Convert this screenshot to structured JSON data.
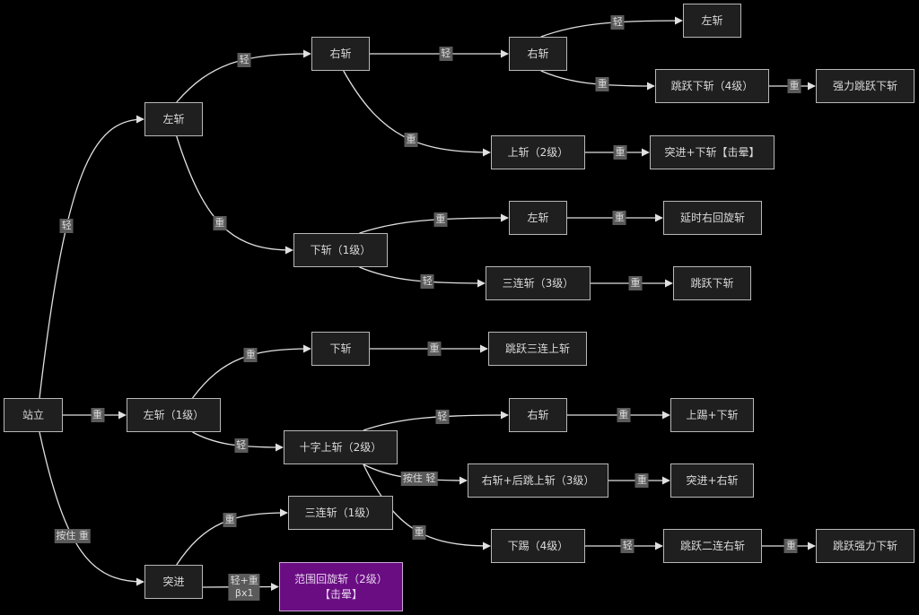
{
  "diagram": {
    "title": "连招树",
    "colors": {
      "background": "#000000",
      "node_fill": "#1f1f1f",
      "node_border": "#b8b8b8",
      "node_text": "#d9d9d9",
      "edge": "#e0e0e0",
      "edge_label_bg": "#5a5a5a",
      "highlight_fill": "#6a0d83"
    },
    "nodes": [
      {
        "id": "stand",
        "label": "站立"
      },
      {
        "id": "l1",
        "label": "左斩"
      },
      {
        "id": "r1",
        "label": "右斩"
      },
      {
        "id": "r2",
        "label": "右斩"
      },
      {
        "id": "l2",
        "label": "左斩"
      },
      {
        "id": "jumpdown4",
        "label": "跳跃下斩（4级）"
      },
      {
        "id": "powerjumpdown",
        "label": "强力跳跃下斩"
      },
      {
        "id": "up2",
        "label": "上斩（2级）"
      },
      {
        "id": "dashdown",
        "label": "突进+下斩【击晕】"
      },
      {
        "id": "down1",
        "label": "下斩（1级）"
      },
      {
        "id": "l3",
        "label": "左斩"
      },
      {
        "id": "delayspin",
        "label": "延时右回旋斩"
      },
      {
        "id": "triple3",
        "label": "三连斩（3级）"
      },
      {
        "id": "jumpdown",
        "label": "跳跃下斩"
      },
      {
        "id": "down",
        "label": "下斩"
      },
      {
        "id": "jumptripleup",
        "label": "跳跃三连上斩"
      },
      {
        "id": "left1lv",
        "label": "左斩（1级）"
      },
      {
        "id": "crossup2",
        "label": "十字上斩（2级）"
      },
      {
        "id": "r3",
        "label": "右斩"
      },
      {
        "id": "kickdown",
        "label": "上踢+下斩"
      },
      {
        "id": "rightback3",
        "label": "右斩+后跳上斩（3级）"
      },
      {
        "id": "dashright",
        "label": "突进+右斩"
      },
      {
        "id": "triple1",
        "label": "三连斩（1级）"
      },
      {
        "id": "lowkick4",
        "label": "下踢（4级）"
      },
      {
        "id": "jumpdoubleright",
        "label": "跳跃二连右斩"
      },
      {
        "id": "jumppowerdown",
        "label": "跳跃强力下斩"
      },
      {
        "id": "dash",
        "label": "突进"
      },
      {
        "id": "areaspin",
        "label": "范围回旋斩（2级）\n【击晕】",
        "highlight": true
      }
    ],
    "edges": [
      {
        "from": "stand",
        "to": "l1",
        "label": "轻"
      },
      {
        "from": "l1",
        "to": "r1",
        "label": "轻"
      },
      {
        "from": "r1",
        "to": "r2",
        "label": "轻"
      },
      {
        "from": "r2",
        "to": "l2",
        "label": "轻"
      },
      {
        "from": "r2",
        "to": "jumpdown4",
        "label": "重"
      },
      {
        "from": "jumpdown4",
        "to": "powerjumpdown",
        "label": "重"
      },
      {
        "from": "r1",
        "to": "up2",
        "label": "重"
      },
      {
        "from": "up2",
        "to": "dashdown",
        "label": "重"
      },
      {
        "from": "l1",
        "to": "down1",
        "label": "重"
      },
      {
        "from": "down1",
        "to": "l3",
        "label": "重"
      },
      {
        "from": "l3",
        "to": "delayspin",
        "label": "重"
      },
      {
        "from": "down1",
        "to": "triple3",
        "label": "轻"
      },
      {
        "from": "triple3",
        "to": "jumpdown",
        "label": "重"
      },
      {
        "from": "stand",
        "to": "left1lv",
        "label": "重"
      },
      {
        "from": "left1lv",
        "to": "down",
        "label": "重"
      },
      {
        "from": "down",
        "to": "jumptripleup",
        "label": "重"
      },
      {
        "from": "left1lv",
        "to": "crossup2",
        "label": "轻"
      },
      {
        "from": "crossup2",
        "to": "r3",
        "label": "轻"
      },
      {
        "from": "r3",
        "to": "kickdown",
        "label": "重"
      },
      {
        "from": "crossup2",
        "to": "rightback3",
        "label": "按住 轻"
      },
      {
        "from": "rightback3",
        "to": "dashright",
        "label": "重"
      },
      {
        "from": "crossup2",
        "to": "lowkick4",
        "label": "重"
      },
      {
        "from": "lowkick4",
        "to": "jumpdoubleright",
        "label": "轻"
      },
      {
        "from": "jumpdoubleright",
        "to": "jumppowerdown",
        "label": "重"
      },
      {
        "from": "stand",
        "to": "dash",
        "label": "按住 重"
      },
      {
        "from": "dash",
        "to": "triple1",
        "label": "重"
      },
      {
        "from": "dash",
        "to": "areaspin",
        "label": "轻+重\nβx1"
      }
    ]
  }
}
